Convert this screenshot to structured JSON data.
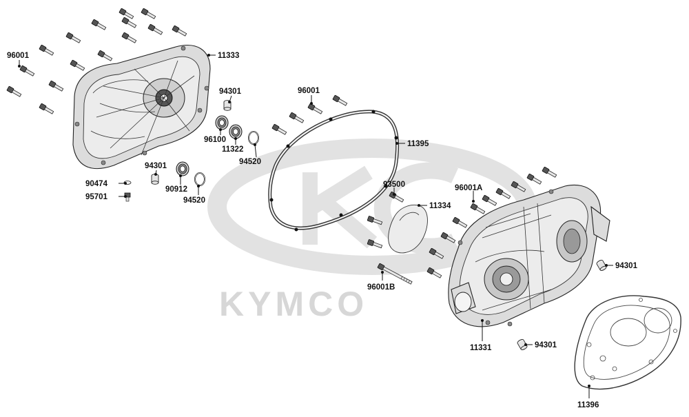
{
  "watermark": {
    "brand": "KYMCO"
  },
  "labels": [
    {
      "id": "lbl-96001-a",
      "text": "96001"
    },
    {
      "id": "lbl-11333",
      "text": "11333"
    },
    {
      "id": "lbl-94301-a",
      "text": "94301"
    },
    {
      "id": "lbl-96100",
      "text": "96100"
    },
    {
      "id": "lbl-11322",
      "text": "11322"
    },
    {
      "id": "lbl-94520-a",
      "text": "94520"
    },
    {
      "id": "lbl-94301-b",
      "text": "94301"
    },
    {
      "id": "lbl-90474",
      "text": "90474"
    },
    {
      "id": "lbl-95701",
      "text": "95701"
    },
    {
      "id": "lbl-90912",
      "text": "90912"
    },
    {
      "id": "lbl-94520-b",
      "text": "94520"
    },
    {
      "id": "lbl-96001-b",
      "text": "96001"
    },
    {
      "id": "lbl-11395",
      "text": "11395"
    },
    {
      "id": "lbl-93500",
      "text": "93500"
    },
    {
      "id": "lbl-11334",
      "text": "11334"
    },
    {
      "id": "lbl-96001A",
      "text": "96001A"
    },
    {
      "id": "lbl-96001B",
      "text": "96001B"
    },
    {
      "id": "lbl-94301-c",
      "text": "94301"
    },
    {
      "id": "lbl-94301-d",
      "text": "94301"
    },
    {
      "id": "lbl-11331",
      "text": "11331"
    },
    {
      "id": "lbl-11396",
      "text": "11396"
    }
  ]
}
